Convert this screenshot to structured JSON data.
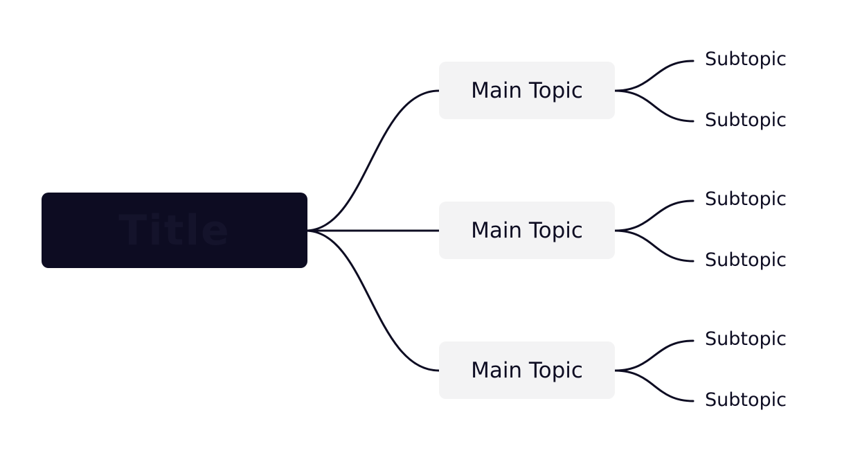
{
  "colors": {
    "background": "#ffffff",
    "central_fill": "#0d0c22",
    "central_text": "#14132b",
    "main_topic_fill": "#f3f3f4",
    "text": "#0d0c22",
    "line": "#0d0c22"
  },
  "central_topic": {
    "label": "Title"
  },
  "main_topics": [
    {
      "label": "Main Topic",
      "subtopics": [
        {
          "label": "Subtopic"
        },
        {
          "label": "Subtopic"
        }
      ]
    },
    {
      "label": "Main Topic",
      "subtopics": [
        {
          "label": "Subtopic"
        },
        {
          "label": "Subtopic"
        }
      ]
    },
    {
      "label": "Main Topic",
      "subtopics": [
        {
          "label": "Subtopic"
        },
        {
          "label": "Subtopic"
        }
      ]
    }
  ]
}
